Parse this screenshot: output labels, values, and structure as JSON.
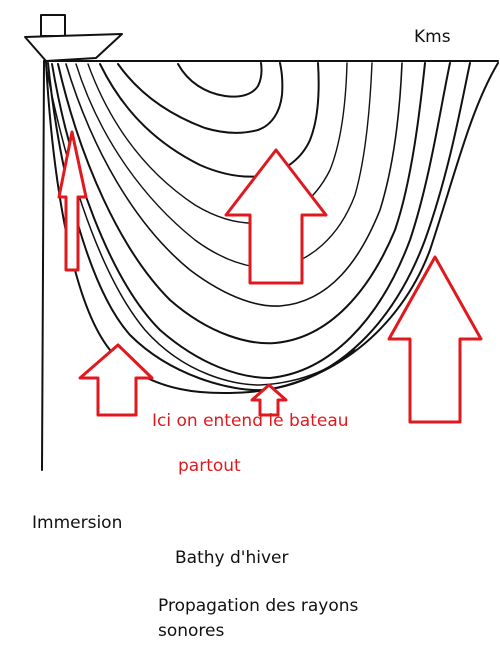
{
  "labels": {
    "distance_unit": "Kms",
    "note_line1": "Ici on entend le bateau",
    "note_line2": "partout",
    "depth_axis": "Immersion",
    "profile_name": "Bathy d'hiver",
    "caption_line1": "Propagation des rayons",
    "caption_line2": "sonores"
  },
  "colors": {
    "ink": "#111111",
    "arrow": "#e0191e",
    "note_text": "#e0191e"
  },
  "icons": [
    "ship-icon",
    "upward-arrow-icon"
  ]
}
